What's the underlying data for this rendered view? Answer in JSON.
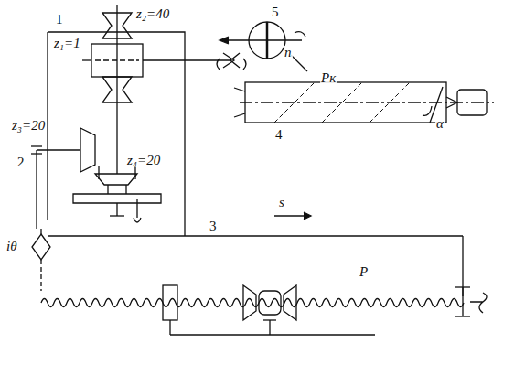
{
  "diagram": {
    "labels": [
      "z₁=1",
      "z₂=40",
      "z₃=20",
      "z₄=20",
      "1",
      "2",
      "3",
      "4",
      "5",
      "iθ",
      "n",
      "Pк",
      "α",
      "s",
      "P"
    ]
  }
}
